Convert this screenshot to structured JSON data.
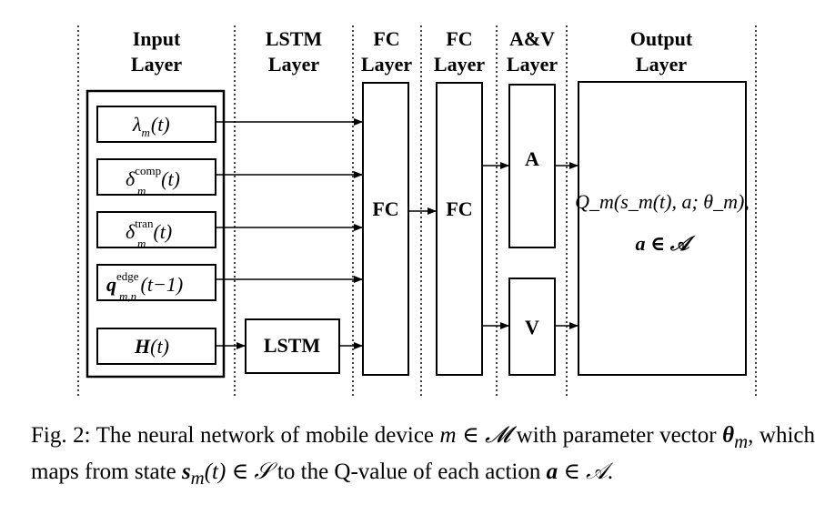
{
  "layers": {
    "input": {
      "line1": "Input",
      "line2": "Layer"
    },
    "lstm": {
      "line1": "LSTM",
      "line2": "Layer"
    },
    "fc1": {
      "line1": "FC",
      "line2": "Layer"
    },
    "fc2": {
      "line1": "FC",
      "line2": "Layer"
    },
    "av": {
      "line1": "A&V",
      "line2": "Layer"
    },
    "output": {
      "line1": "Output",
      "line2": "Layer"
    }
  },
  "inputs": [
    {
      "base": "λ",
      "sup": "",
      "sub": "m",
      "arg": "(t)"
    },
    {
      "base": "δ",
      "sup": "comp",
      "sub": "m",
      "arg": "(t)"
    },
    {
      "base": "δ",
      "sup": "tran",
      "sub": "m",
      "arg": "(t)"
    },
    {
      "base": "q",
      "sup": "edge",
      "sub": "m,n",
      "arg": "(t−1)"
    },
    {
      "base": "H",
      "sup": "",
      "sub": "",
      "arg": "(t)"
    }
  ],
  "blocks": {
    "lstm": "LSTM",
    "fc1": "FC",
    "fc2": "FC",
    "a": "A",
    "v": "V"
  },
  "output": {
    "line1": "Q_m(s_m(t), a; θ_m),",
    "line2": "a ∈ 𝒜"
  },
  "caption": {
    "prefix": "Fig. 2: The neural network of mobile device ",
    "device": "m ∈ 𝓜",
    "mid1": " with parameter vector ",
    "theta": "θ",
    "theta_sub": "m",
    "mid2": ", which maps from state ",
    "state": "s",
    "state_sub": "m",
    "state_rest": "(t) ∈ 𝒮",
    "mid3": " to the Q-value of each action ",
    "action": "a",
    "action_rest": " ∈ 𝒜",
    "end": "."
  }
}
